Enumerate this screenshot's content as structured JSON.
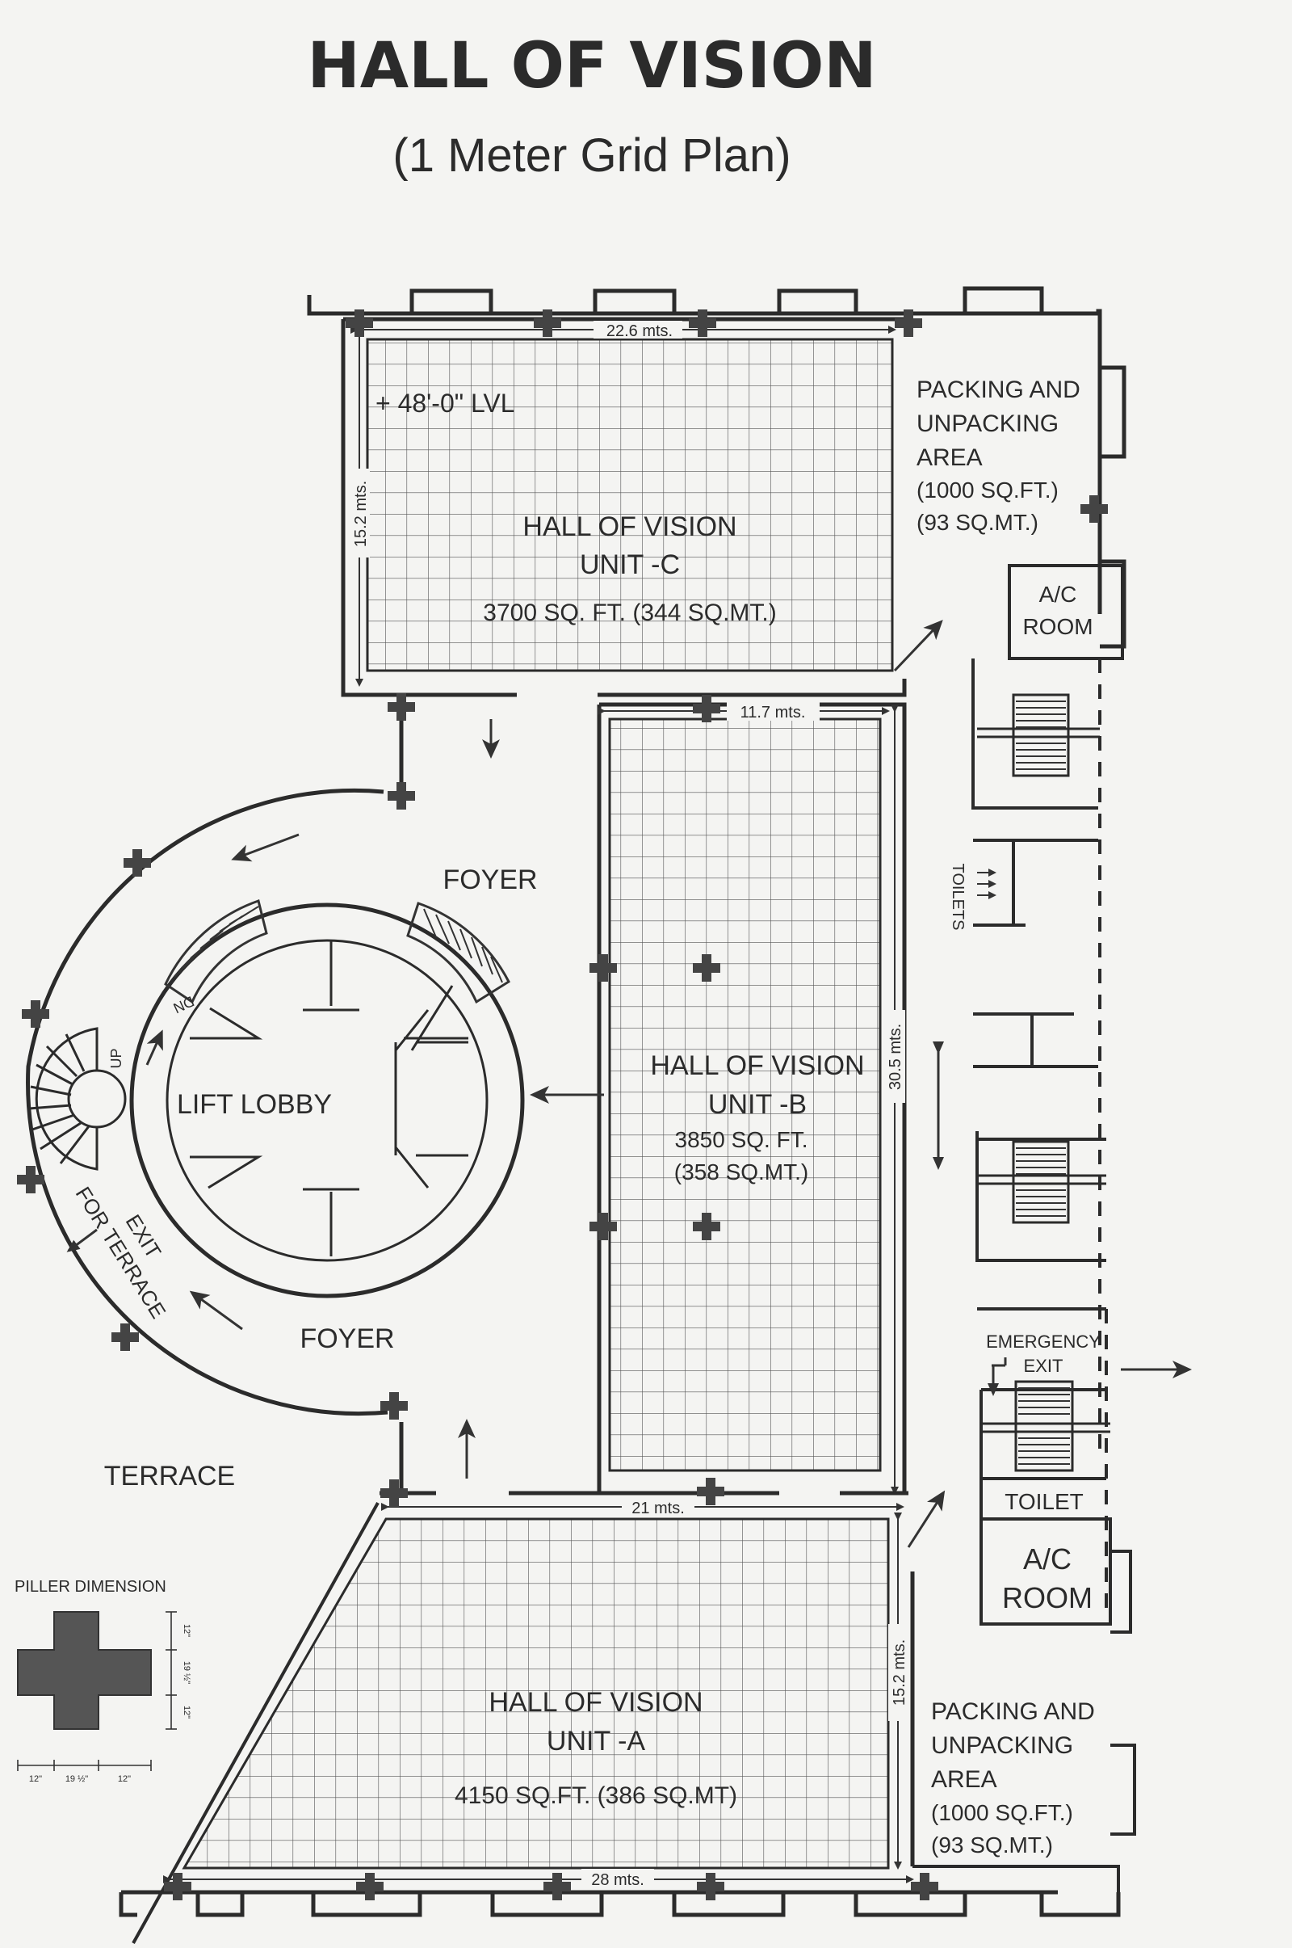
{
  "title": "HALL OF VISION",
  "subtitle": "(1 Meter Grid Plan)",
  "level_note": "+ 48'-0\" LVL",
  "halls": {
    "c": {
      "name": "HALL OF VISION",
      "unit": "UNIT -C",
      "area": "3700 SQ. FT. (344 SQ.MT.)",
      "width": "22.6 mts.",
      "height": "15.2 mts."
    },
    "b": {
      "name": "HALL OF VISION",
      "unit": "UNIT -B",
      "area_sqft": "3850 SQ. FT.",
      "area_sqm": "(358 SQ.MT.)",
      "width": "11.7 mts.",
      "height": "30.5 mts."
    },
    "a": {
      "name": "HALL OF VISION",
      "unit": "UNIT -A",
      "area": "4150 SQ.FT. (386 SQ.MT)",
      "width_top": "21 mts.",
      "width_bottom": "28 mts.",
      "height": "15.2 mts."
    }
  },
  "packing_top": {
    "line1": "PACKING AND",
    "line2": "UNPACKING",
    "line3": "AREA",
    "area_sqft": "(1000 SQ.FT.)",
    "area_sqm": "(93 SQ.MT.)"
  },
  "packing_bottom": {
    "line1": "PACKING AND",
    "line2": "UNPACKING",
    "line3": "AREA",
    "area_sqft": "(1000 SQ.FT.)",
    "area_sqm": "(93 SQ.MT.)"
  },
  "ac_room_top": {
    "line1": "A/C",
    "line2": "ROOM"
  },
  "ac_room_bottom": {
    "line1": "A/C",
    "line2": "ROOM"
  },
  "toilets": "TOILETS",
  "toilet": "TOILET",
  "emergency": {
    "line1": "EMERGENCY",
    "line2": "EXIT"
  },
  "foyer_top": "FOYER",
  "foyer_bottom": "FOYER",
  "lift_lobby": "LIFT LOBBY",
  "terrace": "TERRACE",
  "exit_terrace": {
    "line1": "EXIT",
    "line2": "FOR TERRACE"
  },
  "stair_up": "UP",
  "stair_dn": "DN",
  "pillar": {
    "title": "PILLER DIMENSION",
    "arm": "12\"",
    "core": "19 ½\""
  }
}
